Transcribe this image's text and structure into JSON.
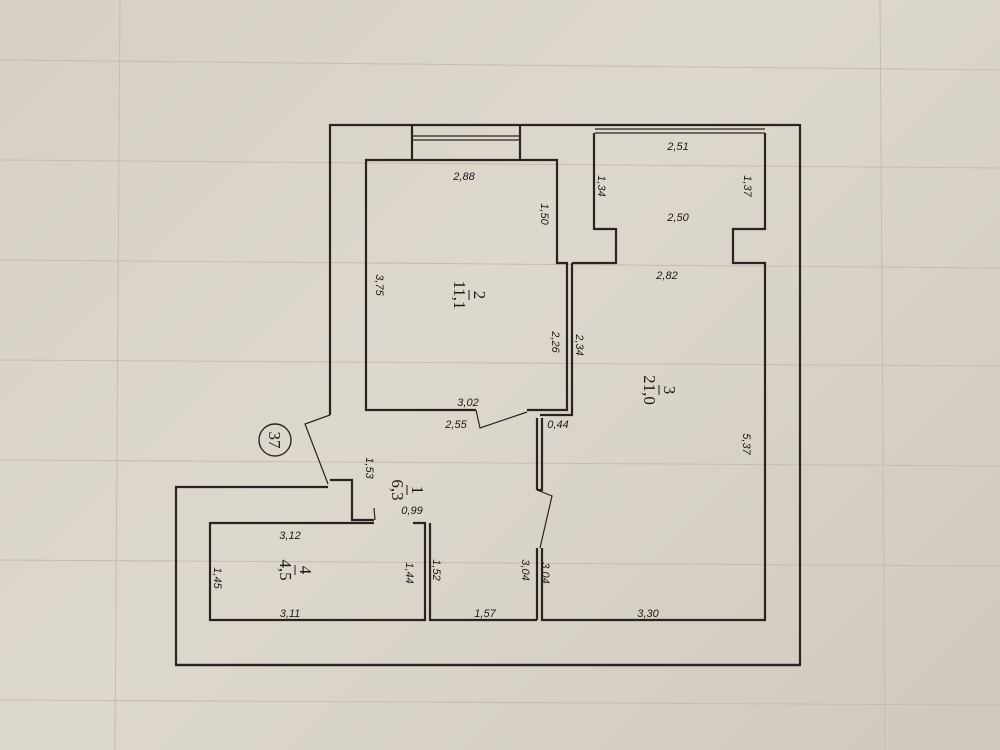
{
  "plan": {
    "apartment_number": "37",
    "rooms": [
      {
        "number": "1",
        "area": "6,3"
      },
      {
        "number": "2",
        "area": "11,1"
      },
      {
        "number": "3",
        "area": "21,0"
      },
      {
        "number": "4",
        "area": "4,5"
      }
    ],
    "dimensions": {
      "r2_top": "2,88",
      "r2_left": "3,75",
      "r2_notch": "1,50",
      "r2_right": "2,26",
      "r2_bottom": "3,02",
      "r3_top": "2,51",
      "r3_left_top": "1,34",
      "r3_right_top": "1,37",
      "r3_mid": "2,50",
      "r3_width": "2,82",
      "r3_left": "2,34",
      "r3_right": "5,37",
      "r3_bottom": "3,30",
      "r3_partition": "3,04",
      "r1_top": "2,55",
      "r1_gap": "0,44",
      "r1_left": "1,53",
      "r1_door": "0,99",
      "r1_right": "3,04",
      "r1_left_low": "1,52",
      "r1_bottom": "1,57",
      "r4_top": "3,12",
      "r4_left": "1,45",
      "r4_right": "1,44",
      "r4_bottom": "3,11"
    }
  }
}
